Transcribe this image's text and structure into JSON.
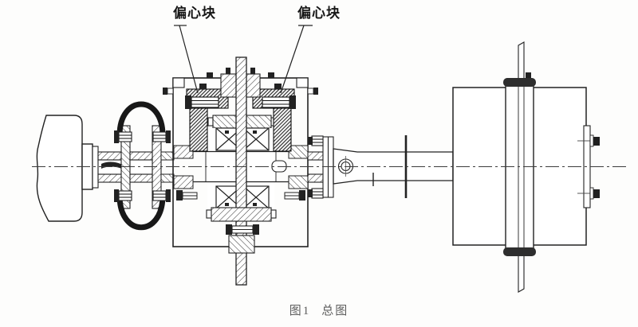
{
  "figure": {
    "labels": {
      "eccentric_left": "偏心块",
      "eccentric_right": "偏心块"
    },
    "caption": {
      "number": "图1",
      "title": "总图"
    },
    "colors": {
      "background": "#fdfdfc",
      "line": "#222222",
      "dark_fill": "#1e1e1e",
      "caption_text": "#5e5e5e"
    }
  }
}
